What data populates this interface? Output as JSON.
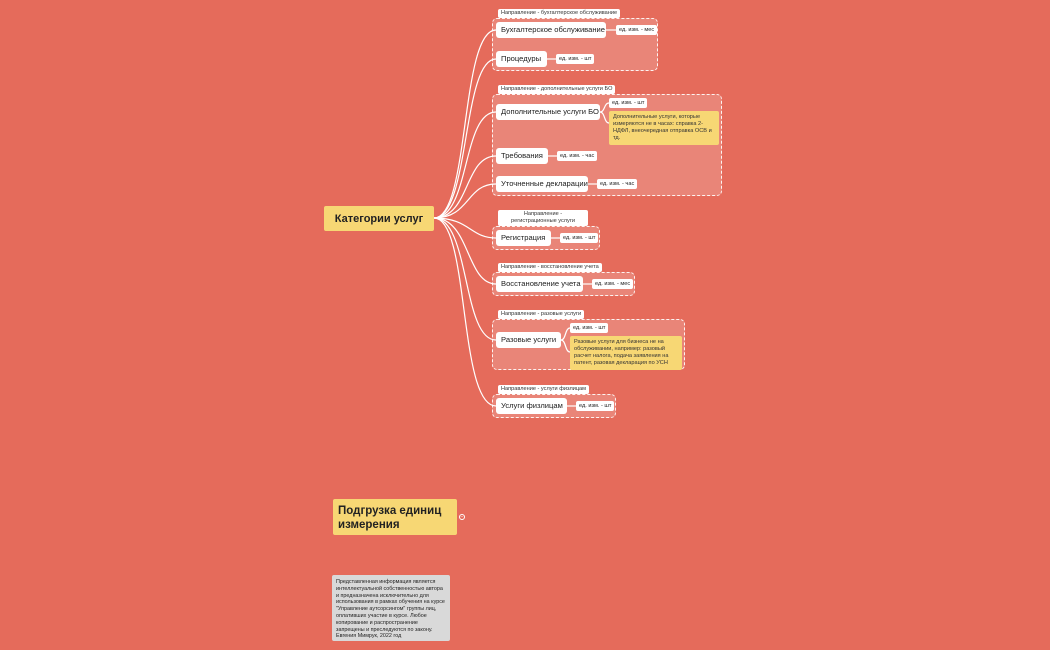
{
  "root": {
    "label": "Категории услуг"
  },
  "groups": [
    {
      "title": "Направление - бухгалтерское обслуживание",
      "items": [
        {
          "label": "Бухгалтерское обслуживание",
          "unit": "ед. изм. - мес"
        },
        {
          "label": "Процедуры",
          "unit": "ед. изм. - шт"
        }
      ]
    },
    {
      "title": "Направление - дополнительные услуги БО",
      "items": [
        {
          "label": "Дополнительные услуги БО",
          "unit": "ед. изм. - шт",
          "note": "Дополнительные услуги, которые измеряются не в часах: справка 2-НДФЛ, внеочередная отправка ОСВ и тд."
        },
        {
          "label": "Требования",
          "unit": "ед. изм. - час"
        },
        {
          "label": "Уточненные декларации",
          "unit": "ед. изм. - час"
        }
      ]
    },
    {
      "title": "Направление - регистрационные услуги",
      "items": [
        {
          "label": "Регистрация",
          "unit": "ед. изм. - шт"
        }
      ]
    },
    {
      "title": "Направление - восстановление учета",
      "items": [
        {
          "label": "Восстановление учета",
          "unit": "ед. изм. - мес"
        }
      ]
    },
    {
      "title": "Направление - разовые услуги",
      "items": [
        {
          "label": "Разовые услуги",
          "unit": "ед. изм. - шт",
          "note": "Разовые услуги для бизнеса не на обслуживании, например: разовый расчет налога, подача заявления на патент, разовая декларация по УСН"
        }
      ]
    },
    {
      "title": "Направление - услуги физлицам",
      "items": [
        {
          "label": "Услуги физлицам",
          "unit": "ед. изм. - шт"
        }
      ]
    }
  ],
  "second_root": {
    "label": "Подгрузка единиц измерения",
    "collapse_icon": "collapse-toggle-icon"
  },
  "copyright": "Представленная информация является интеллектуальной собственностью автора и предназначена исключительно для использования в рамках обучения на курсе \"Управление аутсорсингом\" группы лиц, оплативших участие в курсе. Любое копирование и распространение запрещены и преследуются по закону. Евгения Мимрук, 2022 год",
  "colors": {
    "background": "#e56b5b",
    "root": "#f7d774",
    "note": "#f7d774",
    "node": "#ffffff",
    "copyright": "#d9d9d9"
  }
}
